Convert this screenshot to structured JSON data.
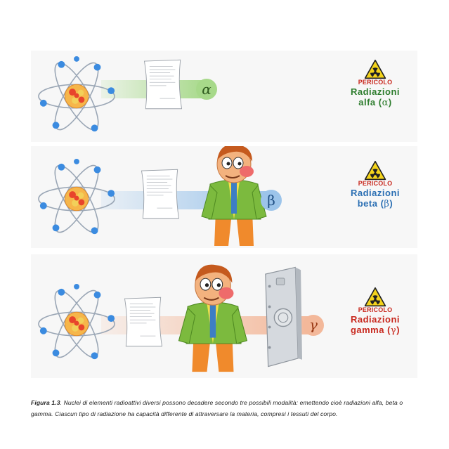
{
  "panels": [
    {
      "symbol": "α",
      "warning_word": "PERICOLO",
      "title_line1": "Radiazioni",
      "title_line2": "alfa",
      "title_symbol": "α",
      "title_color": "#2e7d2e",
      "beam_color": "#a7d98a"
    },
    {
      "symbol": "β",
      "warning_word": "PERICOLO",
      "title_line1": "Radiazioni",
      "title_line2": "beta",
      "title_symbol": "β",
      "title_color": "#2b6fb3",
      "beam_color": "#9cc4ea"
    },
    {
      "symbol": "γ",
      "warning_word": "PERICOLO",
      "title_line1": "Radiazioni",
      "title_line2": "gamma",
      "title_symbol": "γ",
      "title_color": "#c8281e",
      "beam_color": "#f3b89a"
    }
  ],
  "caption": {
    "label": "Figura 1.3",
    "text": ". Nuclei di elementi radioattivi diversi possono decadere secondo tre possibili modalità: emettendo cioè radiazioni alfa, beta o gamma. Ciascun tipo di radiazione ha capacità differente di attraversare la materia, compresi i tessuti del corpo."
  }
}
